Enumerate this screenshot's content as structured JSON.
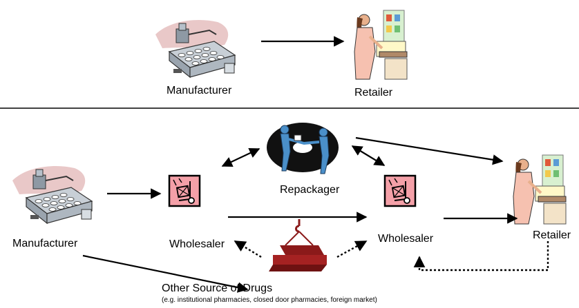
{
  "top_flow": {
    "manufacturer_label": "Manufacturer",
    "retailer_label": "Retailer"
  },
  "bottom_flow": {
    "manufacturer_label": "Manufacturer",
    "wholesaler_left_label": "Wholesaler",
    "repackager_label": "Repackager",
    "wholesaler_right_label": "Wholesaler",
    "retailer_label": "Retailer",
    "other_source_label": "Other Source of Drugs",
    "other_source_note": "(e.g. institutional pharmacies, closed door pharmacies, foreign market)"
  },
  "icons": {
    "manufacturer": "factory-conveyor-icon",
    "retailer": "pharmacist-counter-icon",
    "wholesaler": "hand-truck-box-icon",
    "repackager": "handshake-icon",
    "other_source": "crane-hook-crate-icon"
  },
  "colors": {
    "wholesaler_fill": "#f4a0a8",
    "other_source_fill": "#8b1a1a",
    "repackager_disc": "#111111",
    "figure_blue": "#4a8fc9"
  }
}
